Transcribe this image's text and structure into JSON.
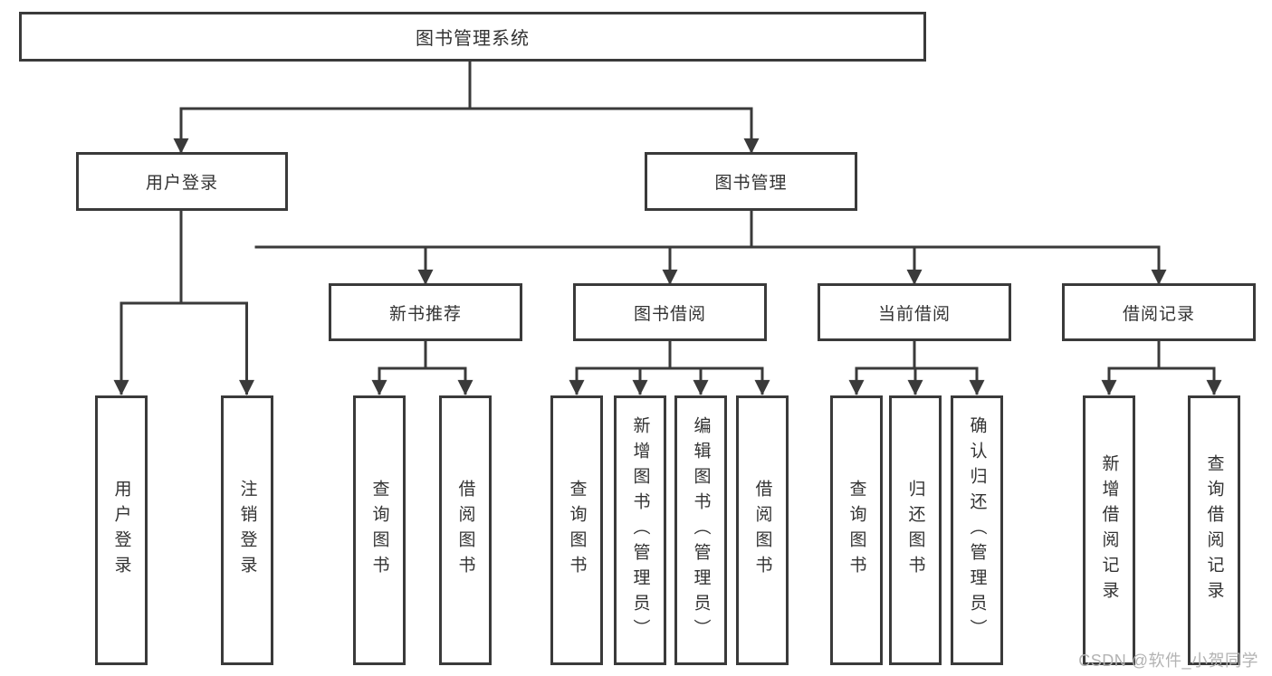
{
  "diagram": {
    "root": {
      "label": "图书管理系统"
    },
    "login": {
      "label": "用户登录",
      "children": [
        {
          "label": "用户登录"
        },
        {
          "label": "注销登录"
        }
      ]
    },
    "management": {
      "label": "图书管理",
      "sections": [
        {
          "label": "新书推荐",
          "children": [
            {
              "label": "查询图书"
            },
            {
              "label": "借阅图书"
            }
          ]
        },
        {
          "label": "图书借阅",
          "children": [
            {
              "label": "查询图书"
            },
            {
              "label": "新增图书（管理员）"
            },
            {
              "label": "编辑图书（管理员）"
            },
            {
              "label": "借阅图书"
            }
          ]
        },
        {
          "label": "当前借阅",
          "children": [
            {
              "label": "查询图书"
            },
            {
              "label": "归还图书"
            },
            {
              "label": "确认归还（管理员）"
            }
          ]
        },
        {
          "label": "借阅记录",
          "children": [
            {
              "label": "新增借阅记录"
            },
            {
              "label": "查询借阅记录"
            }
          ]
        }
      ]
    },
    "colors": {
      "line": "#3a3a3a",
      "text": "#333333",
      "background": "#ffffff",
      "watermark": "#b3b3b3"
    },
    "watermark": "CSDN @软件_小贺同学"
  }
}
